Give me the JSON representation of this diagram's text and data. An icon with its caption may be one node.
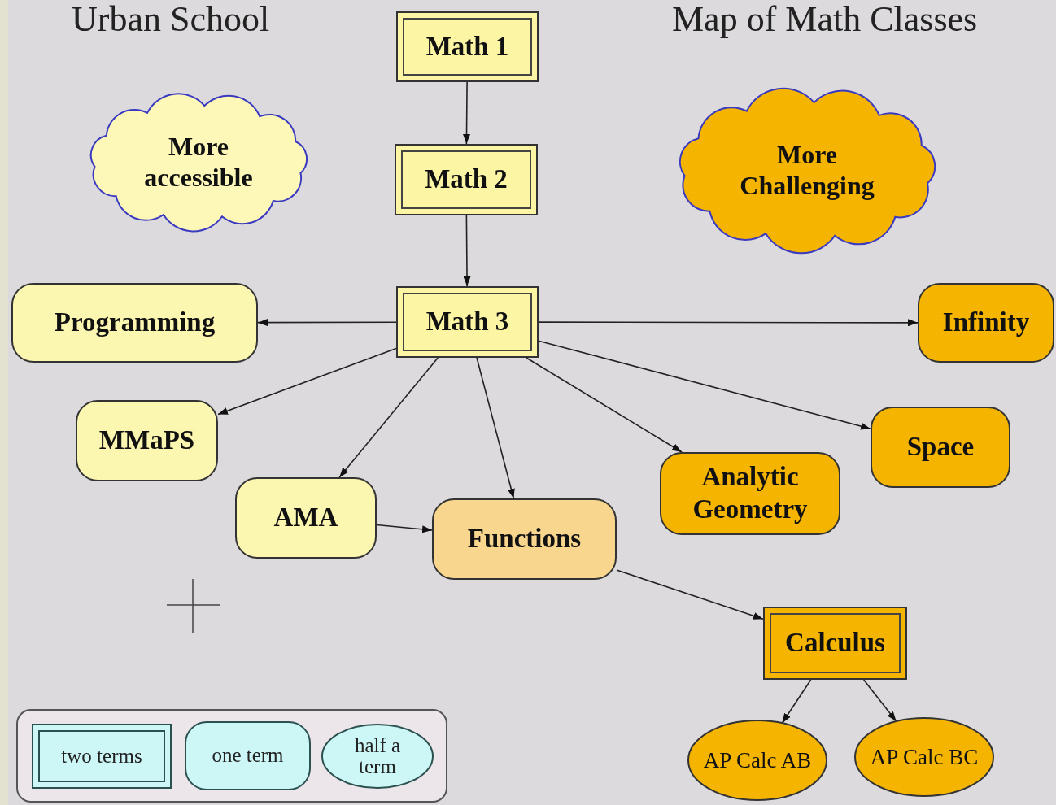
{
  "diagram": {
    "title": "Urban School",
    "nodes": [
      {
        "text": [
          "Math 1"
        ]
      },
      {
        "text": [
          "More accessible"
        ]
      },
      {
        "text": [
          "Math 2"
        ]
      },
      {
        "text": [
          "More Challenging"
        ]
      },
      {
        "text": [
          "Programming"
        ]
      },
      {
        "text": [
          "Math 3"
        ]
      },
      {
        "text": [
          "Infinity"
        ]
      },
      {
        "text": [
          "MMaPS"
        ]
      },
      {
        "text": [
          "Space"
        ]
      },
      {
        "text": [
          "AMA"
        ]
      },
      {
        "text": [
          "Functions"
        ]
      },
      {
        "text": [
          "Analytic Geometry"
        ]
      },
      {
        "text": [
          "Calculus"
        ]
      },
      {
        "text": [
          "AP Calc AB"
        ]
      },
      {
        "text": [
          "AP Calc BC"
        ]
      }
    ],
    "edges": [
      {
        "from": 0,
        "to": 2,
        "arrow": "to"
      },
      {
        "from": 2,
        "to": 5,
        "arrow": "to"
      },
      {
        "from": 5,
        "to": 4,
        "arrow": "to"
      },
      {
        "from": 5,
        "to": 6,
        "arrow": "to"
      },
      {
        "from": 5,
        "to": 7,
        "arrow": "to"
      },
      {
        "from": 5,
        "to": 9,
        "arrow": "to"
      },
      {
        "from": 5,
        "to": 10,
        "arrow": "to"
      },
      {
        "from": 5,
        "to": 11,
        "arrow": "to"
      },
      {
        "from": 5,
        "to": 8,
        "arrow": "to"
      },
      {
        "from": 9,
        "to": 10,
        "arrow": "to"
      },
      {
        "from": 10,
        "to": 12,
        "arrow": "to"
      },
      {
        "from": 12,
        "to": 13,
        "arrow": "to"
      },
      {
        "from": 12,
        "to": 14,
        "arrow": "to"
      }
    ],
    "labels": [
      "Map of Math Classes"
    ],
    "legend": [
      {
        "text": "two terms"
      },
      {
        "text": "one term"
      },
      {
        "text": "half a term"
      }
    ]
  }
}
